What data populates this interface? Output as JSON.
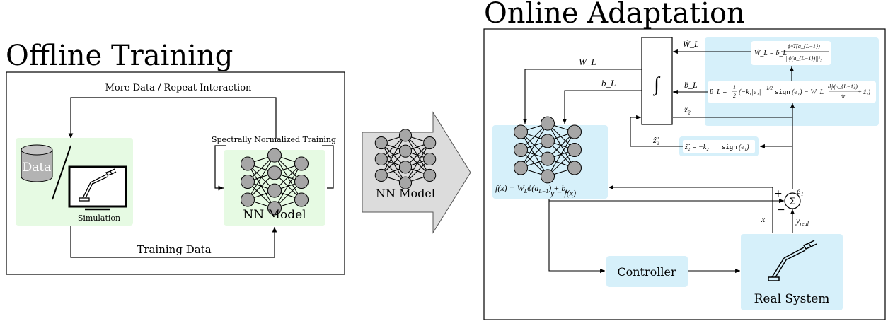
{
  "offline": {
    "title": "Offline Training",
    "loop_label": "More Data / Repeat Interaction",
    "spectral_label": "Spectrally Normalized Training",
    "data_label": "Data",
    "sim_label": "Simulation",
    "nn_label": "NN Model",
    "training_data_label": "Training Data"
  },
  "middle": {
    "nn_label": "NN Model"
  },
  "online": {
    "title": "Online Adaptation",
    "WL": "W_L",
    "bL": "b_L",
    "WL_dot": "Ẇ_L",
    "bL_dot": "ḃ_L",
    "z2_hat": "ẑ₂",
    "z2_hat_dot": "ẑ̇₂",
    "nn_equation": "f(x) = W_L ϕ(a_{L−1}) + b_L",
    "y_eq": "y = f(x)",
    "e1": "e₁",
    "x": "x",
    "y_real": "y_real",
    "plus": "+",
    "minus": "−",
    "sigma": "Σ",
    "integral": "∫",
    "controller_label": "Controller",
    "real_system_label": "Real System",
    "eq_WL": "Ẇ_L = ḃ_L ϕᵀ(a_{L−1}) / ||ϕ(a_{L−1})||²₂",
    "eq_WL_lhs": "Ẇ_L = ḃ_L",
    "eq_WL_num": "ϕ^T(a_{L−1})",
    "eq_WL_den": "||ϕ(a_{L−1})||²₂",
    "eq_bL": "ḃ_L = ½(−k₁|e₁|^{1/2} sign(e₁) − W_L dϕ(a_{L−1})/dt + ẑ₂)",
    "eq_bL_lhs": "ḃ_L =",
    "eq_bL_mid": "(−k₁|e₁|",
    "eq_bL_sign": "sign",
    "eq_bL_e1": "(e₁) − W_L",
    "eq_bL_num": "dϕ(a_{L−1})",
    "eq_bL_den": "dt",
    "eq_bL_tail": "+ ẑ₂)",
    "eq_z2": "ẑ̇₂ = −k₂ sign(e₁)",
    "eq_z2_lhs": "ẑ̇₂ = −k₂",
    "eq_z2_sign": "sign",
    "eq_z2_arg": "(e₁)"
  },
  "colors": {
    "green_bg": "#e6fae3",
    "blue_bg": "#d6f0fa",
    "arrow_fill": "#dcdcdc",
    "node_fill": "#a6a6a6",
    "cylinder_fill": "#b3b3b3"
  }
}
